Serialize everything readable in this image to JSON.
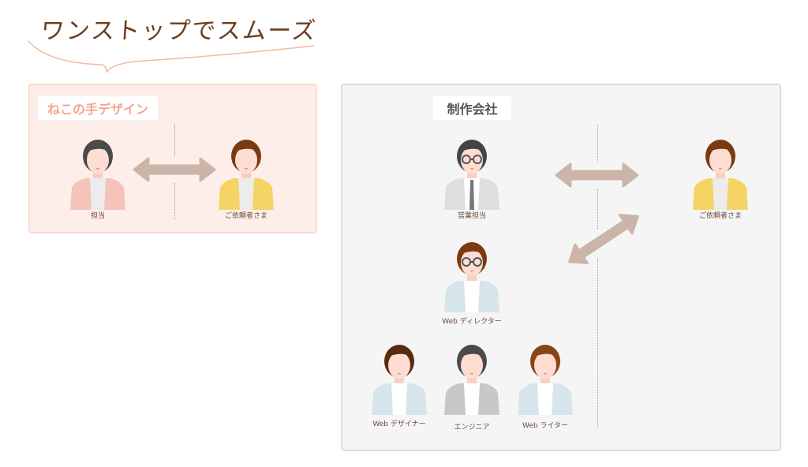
{
  "headline": "ワンストップでスムーズ",
  "left_panel": {
    "title": "ねこの手デザイン",
    "people": [
      {
        "label": "担当",
        "hair": "#4a4a4a",
        "jacket": "#f6c3bb",
        "shirt": "#ececec"
      },
      {
        "label": "ご依頼者さま",
        "hair": "#7a3a12",
        "jacket": "#f5d365",
        "shirt": "#ececec"
      }
    ]
  },
  "right_panel": {
    "title": "制作会社",
    "people": [
      {
        "label": "営業担当",
        "hair": "#444",
        "jacket": "#dedede",
        "shirt": "#fff",
        "glasses": true,
        "tie": true
      },
      {
        "label": "ご依頼者さま",
        "hair": "#7a3a12",
        "jacket": "#f5d365",
        "shirt": "#ececec"
      },
      {
        "label": "Web ディレクター",
        "hair": "#7a3a12",
        "jacket": "#d7e6ec",
        "shirt": "#fff",
        "glasses": true
      },
      {
        "label": "Web デザイナー",
        "hair": "#5a2a0e",
        "jacket": "#d7e6ec",
        "shirt": "#fff"
      },
      {
        "label": "エンジニア",
        "hair": "#4a4a4a",
        "jacket": "#c8c8c8",
        "shirt": "#fff"
      },
      {
        "label": "Web ライター",
        "hair": "#8a4516",
        "jacket": "#d7e6ec",
        "shirt": "#fff"
      }
    ]
  },
  "colors": {
    "arrow": "#cbb4a8",
    "accent": "#f0a88f",
    "headline": "#6b3d1e"
  }
}
